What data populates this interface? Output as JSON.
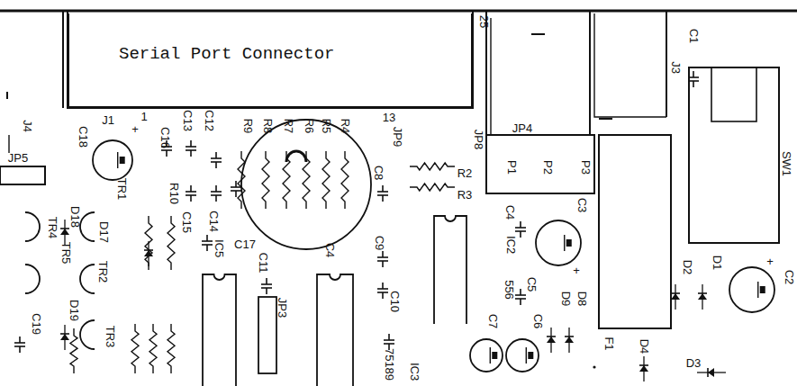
{
  "diagram": {
    "nodes": [
      {
        "text": [
          "Serial Port Connector"
        ]
      }
    ],
    "labels": [
      "25",
      "C1",
      "J3",
      "J4",
      "J1",
      "+",
      "1",
      "C18",
      "C16",
      "C13",
      "C12",
      "R9",
      "R8",
      "R7",
      "R6",
      "R5",
      "R4",
      "13",
      "JP9",
      "JP8",
      "JP4",
      "P1",
      "P2",
      "P3",
      "SW1",
      "JP5",
      "TR1",
      "R10",
      "C8",
      "R2",
      "R3",
      "C3",
      "C4",
      "C15",
      "C14",
      "D18",
      "TR4",
      "D17",
      "C17",
      "IC5",
      "C4",
      "C9",
      "IC2",
      "TR5",
      "C11",
      "D2",
      "D1",
      "C2",
      "+",
      "+",
      "TR2",
      "556",
      "C5",
      "D9",
      "D8",
      "C10",
      "JP3",
      "C19",
      "D19",
      "C7",
      "C6",
      "TR3",
      "75189",
      "F1",
      "D4",
      "D3",
      "IC3"
    ]
  }
}
